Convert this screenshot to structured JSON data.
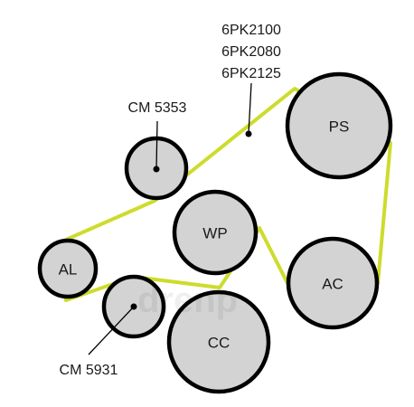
{
  "belt": {
    "part_numbers": [
      "6PK2100",
      "6PK2080",
      "6PK2125"
    ],
    "color": "#cddc2b"
  },
  "pulleys": [
    {
      "id": "ps",
      "label": "PS"
    },
    {
      "id": "ac",
      "label": "AC"
    },
    {
      "id": "wp",
      "label": "WP"
    },
    {
      "id": "cc",
      "label": "CC"
    },
    {
      "id": "al",
      "label": "AL"
    },
    {
      "id": "idler-top",
      "label": ""
    },
    {
      "id": "idler-bottom",
      "label": ""
    }
  ],
  "callouts": {
    "idler_top": "CM 5353",
    "idler_bottom": "CM 5931"
  },
  "watermark": "drenp"
}
